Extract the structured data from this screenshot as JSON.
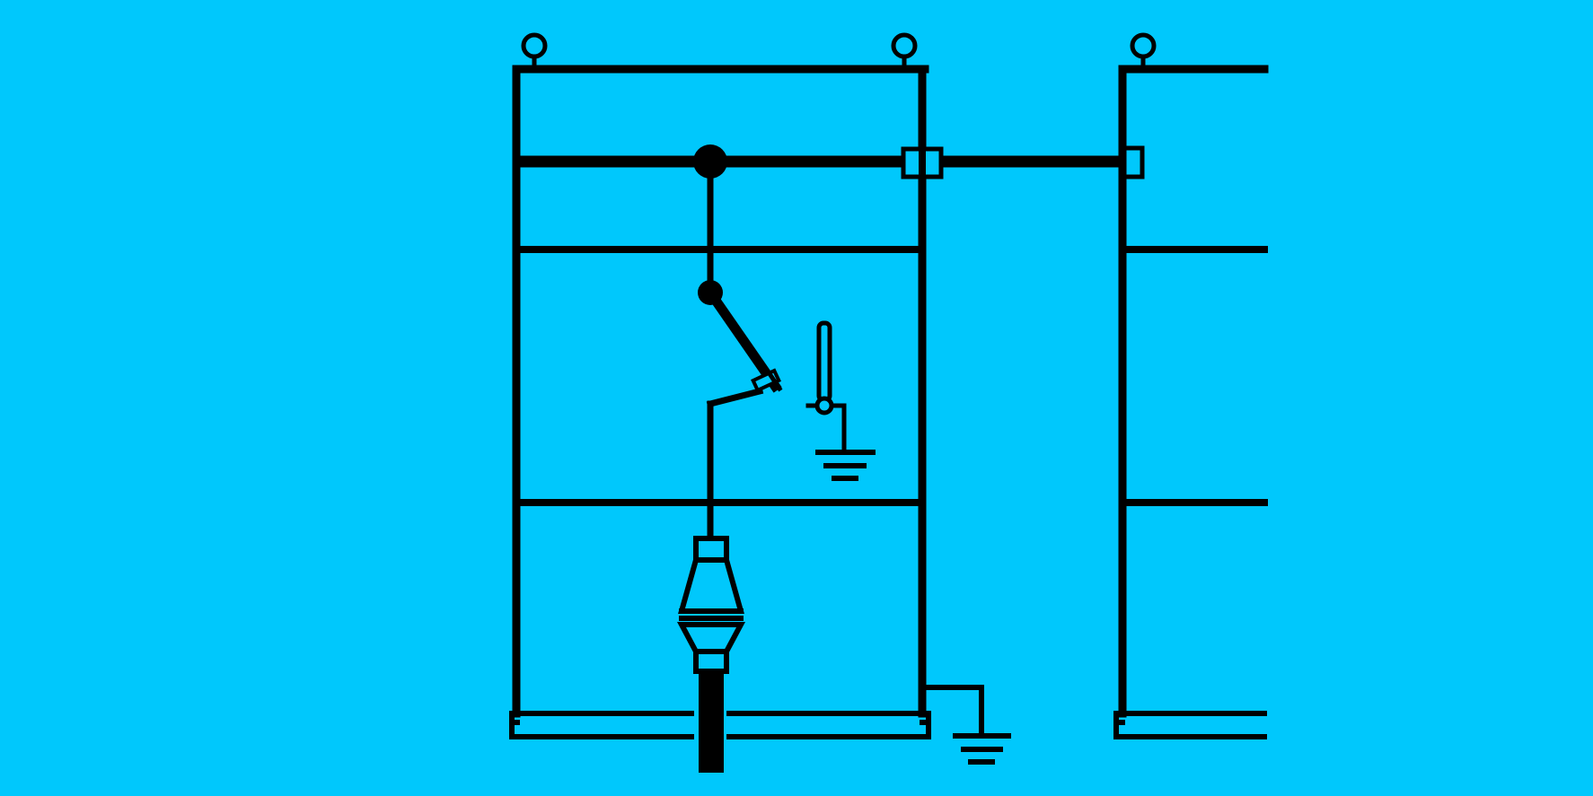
{
  "colors": {
    "background": "#00c8fc",
    "line": "#000000",
    "fill": "#000000"
  },
  "diagram": {
    "kind": "switchgear single-line schematic",
    "elements": [
      "lifting-eye",
      "cabinet-frame",
      "horizontal-busbar",
      "bus-junction-node",
      "bus-through-bushing",
      "disconnect-switch",
      "earthing-switch",
      "ground-symbol",
      "cable-termination",
      "cable",
      "base-channel",
      "frame-earth-connection",
      "adjacent-cabinet-frame"
    ]
  }
}
